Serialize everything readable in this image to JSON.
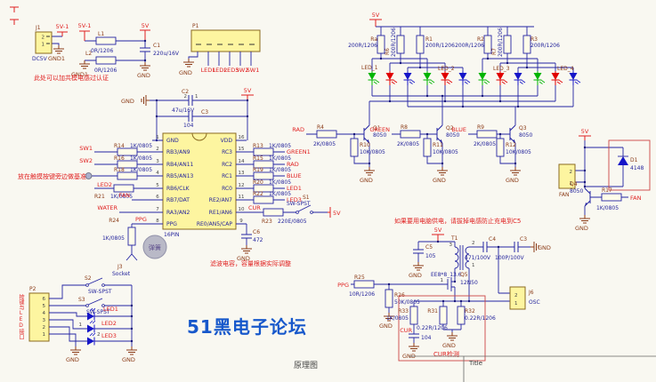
{
  "meta": {
    "caption": "原理图",
    "watermark": "51黑电子论坛",
    "title_block": "Title"
  },
  "colors": {
    "background": "#f9f8f1",
    "wire": "#2323a2",
    "designator": "#8a3a16",
    "value": "#24249c",
    "net_label": "#e02121",
    "note": "#e02121",
    "yellow_fill": "#fdf5a0",
    "led_green": "#00b400",
    "led_red": "#e00000",
    "led_blue": "#1515c8",
    "watermark": "#1758cb",
    "highlight_box": "#cc4444"
  },
  "common": {
    "gnd": "GND",
    "gnd1": "GND1",
    "v5": "5V",
    "v51": "5V-1",
    "r1k": "1K/0805",
    "r2k": "2K/0805",
    "r10k": "10K/0805",
    "r200": "200R/1206",
    "q_val": "8050",
    "sw": "SW-SPST",
    "n1": "1",
    "n2": "2"
  },
  "notes": {
    "emc": "此处可以加共模电感过认证",
    "touch": "放在触摸按键旁边做基准",
    "cap": "滤波电容，容量根据实际调整",
    "psu": "如果要用电脑供电，请拔掉电感防止充电到C5",
    "cur": "CUR检测",
    "keypad": "按键与LED接口"
  },
  "pwr": {
    "j1": "J1",
    "dc5v": "DC5V",
    "l1": "L1",
    "l2": "L2",
    "lval": "0R/1206",
    "c1": "C1",
    "c1val": "220u/16V"
  },
  "p1": {
    "ref": "P1",
    "nets": [
      "LED1",
      "LED2",
      "LED3",
      "SW2",
      "SW1"
    ]
  },
  "dec": {
    "c2": "C2",
    "c2val": "47u/16V",
    "c3": "C3",
    "c3val": "104"
  },
  "mcu": {
    "pkg": "16PIN",
    "left": [
      {
        "n": "1",
        "name": "GND"
      },
      {
        "n": "2",
        "name": "RB3/AN9"
      },
      {
        "n": "3",
        "name": "RB4/AN11"
      },
      {
        "n": "4",
        "name": "RB5/AN13"
      },
      {
        "n": "5",
        "name": "RB6/CLK"
      },
      {
        "n": "6",
        "name": "RB7/DAT"
      },
      {
        "n": "7",
        "name": "RA3/AN2"
      },
      {
        "n": "8",
        "name": "PPG"
      }
    ],
    "right": [
      {
        "n": "16",
        "name": "VDD"
      },
      {
        "n": "15",
        "name": "RC3"
      },
      {
        "n": "14",
        "name": "RC2"
      },
      {
        "n": "13",
        "name": "RC1"
      },
      {
        "n": "12",
        "name": "RC0"
      },
      {
        "n": "11",
        "name": "RE2/AN7"
      },
      {
        "n": "10",
        "name": "RE1/AN6"
      },
      {
        "n": "9",
        "name": "RE0/AN5/CAP"
      }
    ]
  },
  "lrows": {
    "sw1": "SW1",
    "r14": "R14",
    "sw2": "SW2",
    "r16": "R16",
    "r18": "R18",
    "led2": "LED2",
    "r21": "R21",
    "fan": "FAN",
    "water": "WATER",
    "ppg": "PPG",
    "r24": "R24",
    "j3": "J3",
    "socket": "Socket",
    "spring": "弹簧"
  },
  "rrows": {
    "r13": "R13",
    "green1": "GREEN1",
    "r15": "R15",
    "rad": "RAD",
    "r19": "R19",
    "blue": "BLUE",
    "r20": "R20",
    "led1": "LED1",
    "r22": "R22",
    "led3": "LED3",
    "cur": "CUR",
    "r23": "R23",
    "r23val": "220E/0805",
    "s1": "S1",
    "c6": "C6",
    "c6val": "472"
  },
  "larr": {
    "ra": "Ra",
    "r6": "R6",
    "r1": "R1",
    "r2": "R2",
    "r7": "R7",
    "r3": "R3",
    "groups": [
      "LED_1",
      "LED_2",
      "LED_3",
      "LED_4"
    ]
  },
  "drv": {
    "rad": "RAD",
    "r4": "R4",
    "q1": "Q1",
    "r10": "R10",
    "green": "GREEN",
    "r8": "R8",
    "q2": "Q2",
    "r11": "R11",
    "blue": "BLUE",
    "r9": "R9",
    "q3": "Q3",
    "r12": "R12"
  },
  "fan": {
    "label": "FAN",
    "d1": "D1",
    "d1val": "4148",
    "q4": "Q4",
    "r17": "R17",
    "net": "FAN"
  },
  "psu": {
    "t1": "T1",
    "t1val": "EE8*8_13.6",
    "p3": "3",
    "p2": "2",
    "p1": "1",
    "c5": "C5",
    "c5val": "105",
    "c4": "C4",
    "c4val": "471/100V",
    "c3": "C3",
    "c3val": "100P/100V",
    "q5": "Q5",
    "q5val": "12N50",
    "r25": "R25",
    "r25val": "10R/1206",
    "r26": "R26",
    "r26val": "50K/0805",
    "r33": "R33",
    "c104": "104",
    "r31": "R31",
    "r32": "R32",
    "rsval": "0.22R/1206",
    "j6": "J6",
    "osc": "OSC"
  },
  "kbd": {
    "p2": "P2",
    "pins": [
      "6",
      "5",
      "4",
      "3",
      "2",
      "1"
    ],
    "s2": "S2",
    "s3": "S3",
    "leds": [
      "LED1",
      "LED2",
      "LED3"
    ]
  }
}
